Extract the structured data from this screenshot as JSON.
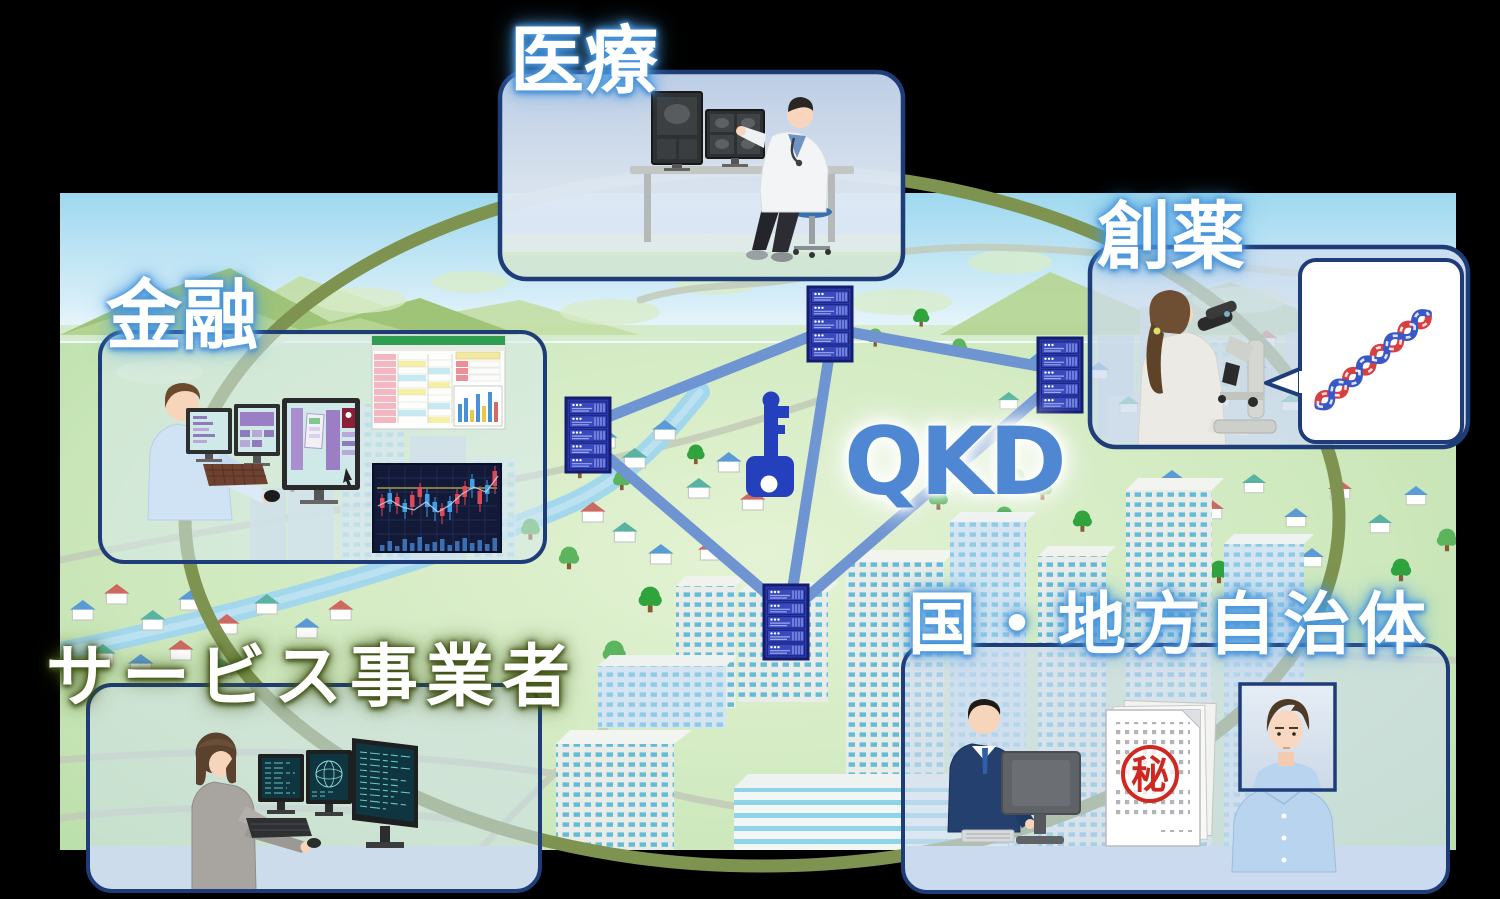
{
  "diagram": {
    "center_label": "QKD",
    "sectors": {
      "medical": {
        "label": "医療"
      },
      "drug_discovery": {
        "label": "創薬"
      },
      "finance": {
        "label": "金融"
      },
      "service_provider": {
        "label": "サービス事業者"
      },
      "government": {
        "label": "国・地方自治体"
      }
    },
    "government": {
      "confidential_stamp": "秘"
    },
    "colors": {
      "network_line": "#6e95d2",
      "server_fill": "#2c3aa6",
      "key_icon": "#2440bd",
      "qkd_text": "#4f87d2",
      "ring": "#7e9350",
      "panel_border": "#1e3c78",
      "label_glow_blue": "#4896de",
      "label_glow_green": "#405214"
    }
  }
}
